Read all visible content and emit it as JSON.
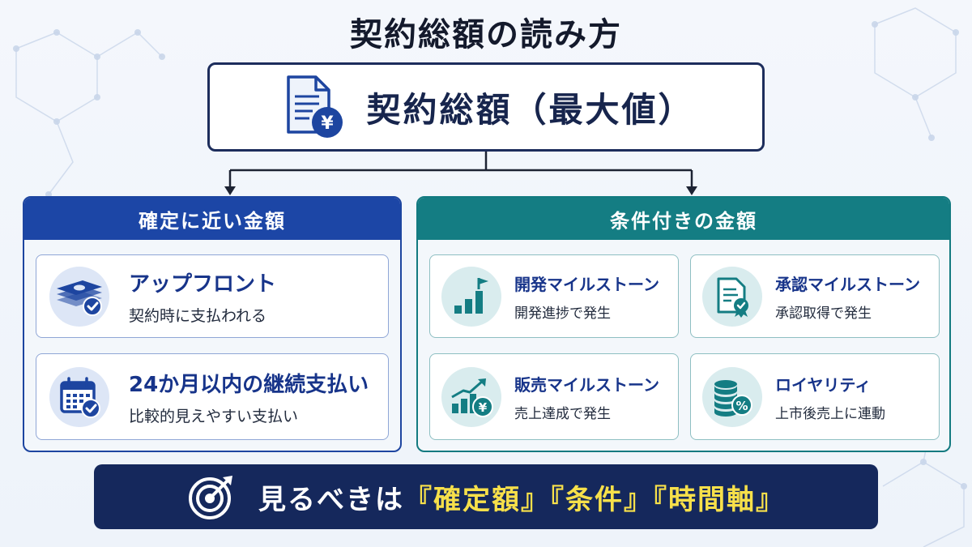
{
  "title": "契約総額の読み方",
  "root": {
    "label": "契約総額（最大値）",
    "icon": "document-yen-icon"
  },
  "left_panel": {
    "header": "確定に近い金額",
    "cards": [
      {
        "title": "アップフロント",
        "subtitle": "契約時に支払われる",
        "icon": "money-stack-check-icon"
      },
      {
        "title": "24か月以内の継続支払い",
        "subtitle": "比較的見えやすい支払い",
        "icon": "calendar-check-icon"
      }
    ]
  },
  "right_panel": {
    "header": "条件付きの金額",
    "cards": [
      {
        "title": "開発マイルストーン",
        "subtitle": "開発進捗で発生",
        "icon": "bar-chart-flag-icon"
      },
      {
        "title": "承認マイルストーン",
        "subtitle": "承認取得で発生",
        "icon": "document-badge-icon"
      },
      {
        "title": "販売マイルストーン",
        "subtitle": "売上達成で発生",
        "icon": "growth-chart-yen-icon"
      },
      {
        "title": "ロイヤリティ",
        "subtitle": "上市後売上に連動",
        "icon": "coins-percent-icon"
      }
    ]
  },
  "banner": {
    "prefix": "見るべきは",
    "terms": [
      "『確定額』",
      "『条件』",
      "『時間軸』"
    ],
    "icon": "target-arrow-icon"
  },
  "colors": {
    "navy": "#15285c",
    "blue": "#1c46a6",
    "teal": "#147d83",
    "highlight": "#f7e04a"
  }
}
